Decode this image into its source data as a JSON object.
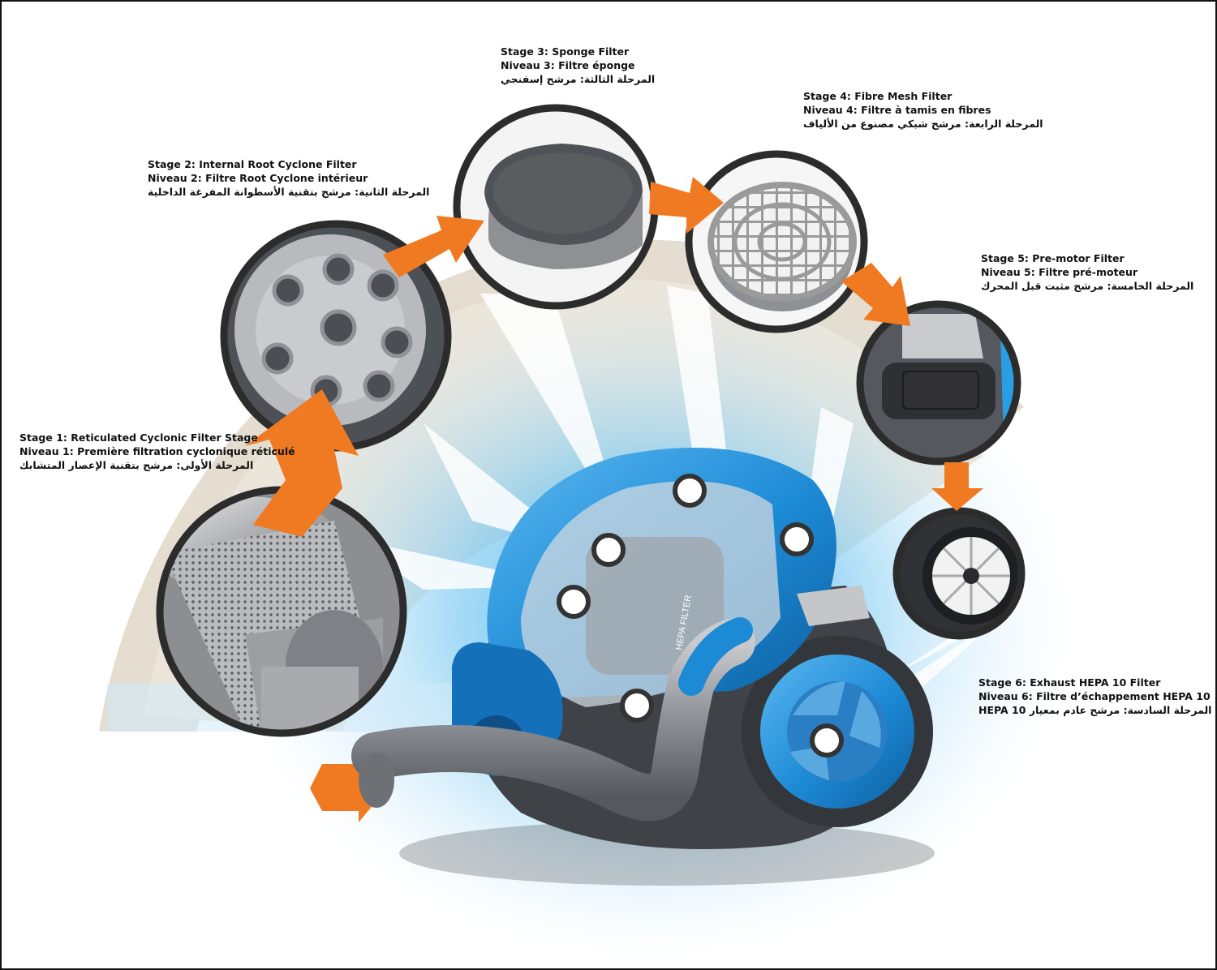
{
  "stages": [
    {
      "id": "stage-1",
      "title_en": "Stage 1: Reticulated Cyclonic Filter Stage",
      "title_fr": "Niveau 1: Première filtration cyclonique réticulé",
      "title_ar": "المرحلة الأولى: مرشح بتقنية الإعصار المتشابك",
      "image": "mesh-cyclone-filter"
    },
    {
      "id": "stage-2",
      "title_en": "Stage 2: Internal Root Cyclone Filter",
      "title_fr": "Niveau 2: Filtre Root Cyclone intérieur",
      "title_ar": "المرحلة الثانية: مرشح بتقنية الأسطوانة المفرغة الداخلية",
      "image": "root-cyclone-filter"
    },
    {
      "id": "stage-3",
      "title_en": "Stage 3: Sponge Filter",
      "title_fr": "Niveau 3: Filtre éponge",
      "title_ar": "المرحلة الثالثة: مرشح إسفنجي",
      "image": "sponge-filter"
    },
    {
      "id": "stage-4",
      "title_en": "Stage 4: Fibre Mesh Filter",
      "title_fr": "Niveau 4: Filtre à tamis en fibres",
      "title_ar": "المرحلة الرابعة: مرشح شبكي مصنوع من الألياف",
      "image": "fibre-mesh-filter"
    },
    {
      "id": "stage-5",
      "title_en": "Stage 5: Pre-motor Filter",
      "title_fr": "Niveau 5: Filtre pré-moteur",
      "title_ar": "المرحلة الخامسة: مرشح مثبت قبل المحرك",
      "image": "pre-motor-filter"
    },
    {
      "id": "stage-6",
      "title_en": "Stage 6: Exhaust HEPA 10 Filter",
      "title_fr": "Niveau 6: Filtre d’échappement HEPA 10",
      "title_ar": "المرحلة السادسة: مرشح عادم بمعيار HEPA 10",
      "image": "hepa-exhaust-filter"
    }
  ],
  "product": {
    "name": "bagless cyclone vacuum cleaner",
    "printed_text": "HEPA FILTER"
  },
  "colors": {
    "arrow": "#f07a22",
    "body_blue": "#1d8ad6",
    "body_grey": "#4a4d52",
    "beige_arc": "#e4ddd0",
    "light_blue_glow": "#7dcaf2",
    "circle_border": "#2c2c2c"
  }
}
